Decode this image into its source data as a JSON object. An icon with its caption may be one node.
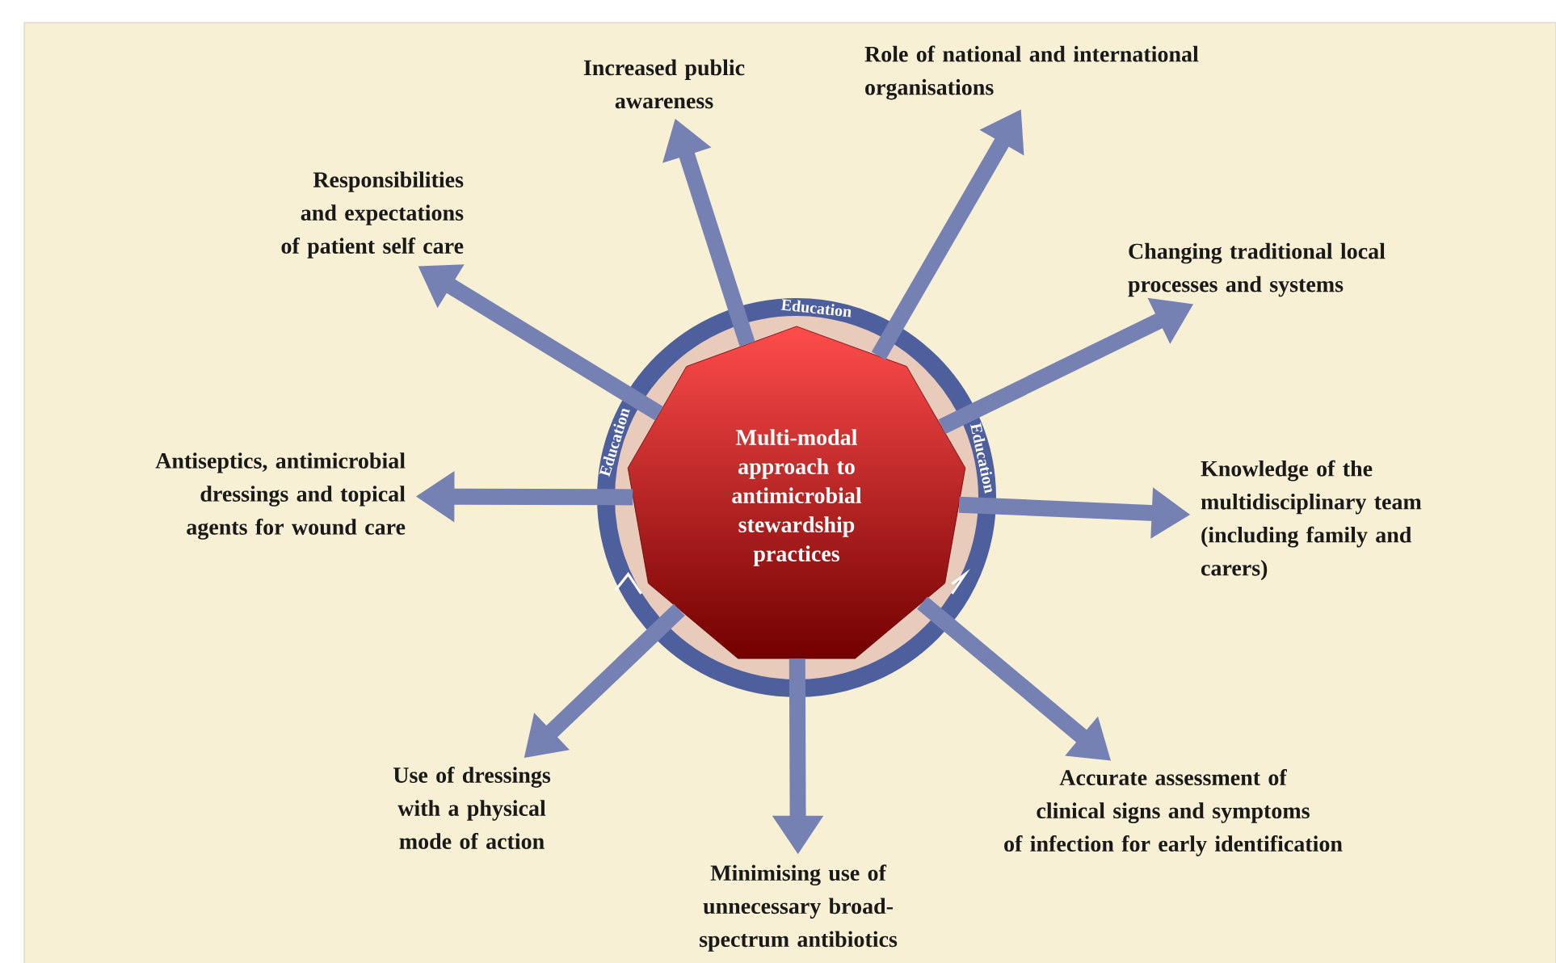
{
  "diagram": {
    "nodes": [
      {
        "text": [
          "Multi-modal approach to antimicrobial stewardship practices"
        ]
      },
      {
        "text": [
          "Increased public awareness"
        ]
      },
      {
        "text": [
          "Role of national and international organisations"
        ]
      },
      {
        "text": [
          "Responsibilities and expectations of patient self care"
        ]
      },
      {
        "text": [
          "Changing traditional local processes and systems"
        ]
      },
      {
        "text": [
          "Antiseptics, antimicrobial dressings and topical agents for wound care"
        ]
      },
      {
        "text": [
          "Knowledge of the multidisciplinary team (including family and carers)"
        ]
      },
      {
        "text": [
          "Use of dressings with a physical mode of action"
        ]
      },
      {
        "text": [
          "Minimising use of unnecessary broad-spectrum antibiotics"
        ]
      },
      {
        "text": [
          "Accurate assessment of clinical signs and symptoms of infection for early identification"
        ]
      }
    ],
    "edges": [
      {
        "from": 0,
        "to": 1,
        "arrow": "to"
      },
      {
        "from": 0,
        "to": 2,
        "arrow": "to"
      },
      {
        "from": 0,
        "to": 3,
        "arrow": "to"
      },
      {
        "from": 0,
        "to": 4,
        "arrow": "to"
      },
      {
        "from": 0,
        "to": 5,
        "arrow": "to"
      },
      {
        "from": 0,
        "to": 6,
        "arrow": "to"
      },
      {
        "from": 0,
        "to": 7,
        "arrow": "to"
      },
      {
        "from": 0,
        "to": 8,
        "arrow": "to"
      },
      {
        "from": 0,
        "to": 9,
        "arrow": "to"
      }
    ],
    "labels": [
      "Education",
      "Education",
      "Education"
    ]
  }
}
